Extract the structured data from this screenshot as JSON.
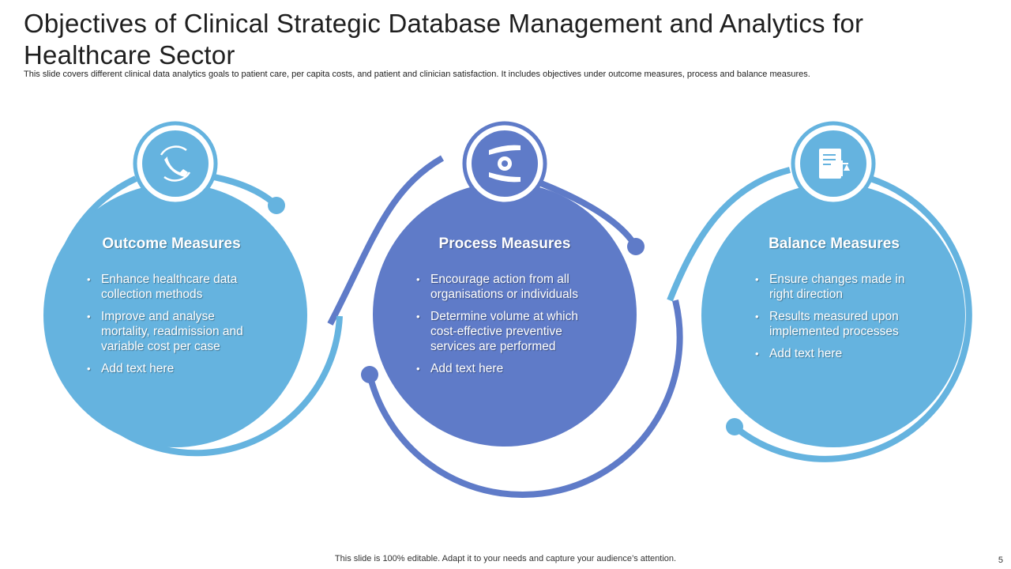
{
  "title": "Objectives of Clinical Strategic Database Management and Analytics for Healthcare Sector",
  "subtitle": "This slide covers different clinical data analytics goals to patient care, per capita costs, and patient and clinician satisfaction. It includes objectives under outcome measures, process and balance measures.",
  "colors": {
    "light_blue": "#65b3df",
    "dark_blue": "#5f7bc8",
    "white": "#ffffff"
  },
  "cards": [
    {
      "heading": "Outcome Measures",
      "icon": "phone-refresh-icon",
      "bullets": [
        "Enhance healthcare data collection methods",
        "Improve and analyse mortality, readmission and variable cost per case",
        "Add text here"
      ]
    },
    {
      "heading": "Process Measures",
      "icon": "hands-gear-icon",
      "bullets": [
        "Encourage action from all organisations or individuals",
        "Determine volume at which cost-effective preventive services are performed",
        "Add text here"
      ]
    },
    {
      "heading": "Balance Measures",
      "icon": "document-scale-icon",
      "bullets": [
        "Ensure changes made in right direction",
        "Results measured upon implemented processes",
        "Add text here"
      ]
    }
  ],
  "footer": "This slide is 100% editable. Adapt it to your needs and capture your audience’s attention.",
  "page_number": "5"
}
